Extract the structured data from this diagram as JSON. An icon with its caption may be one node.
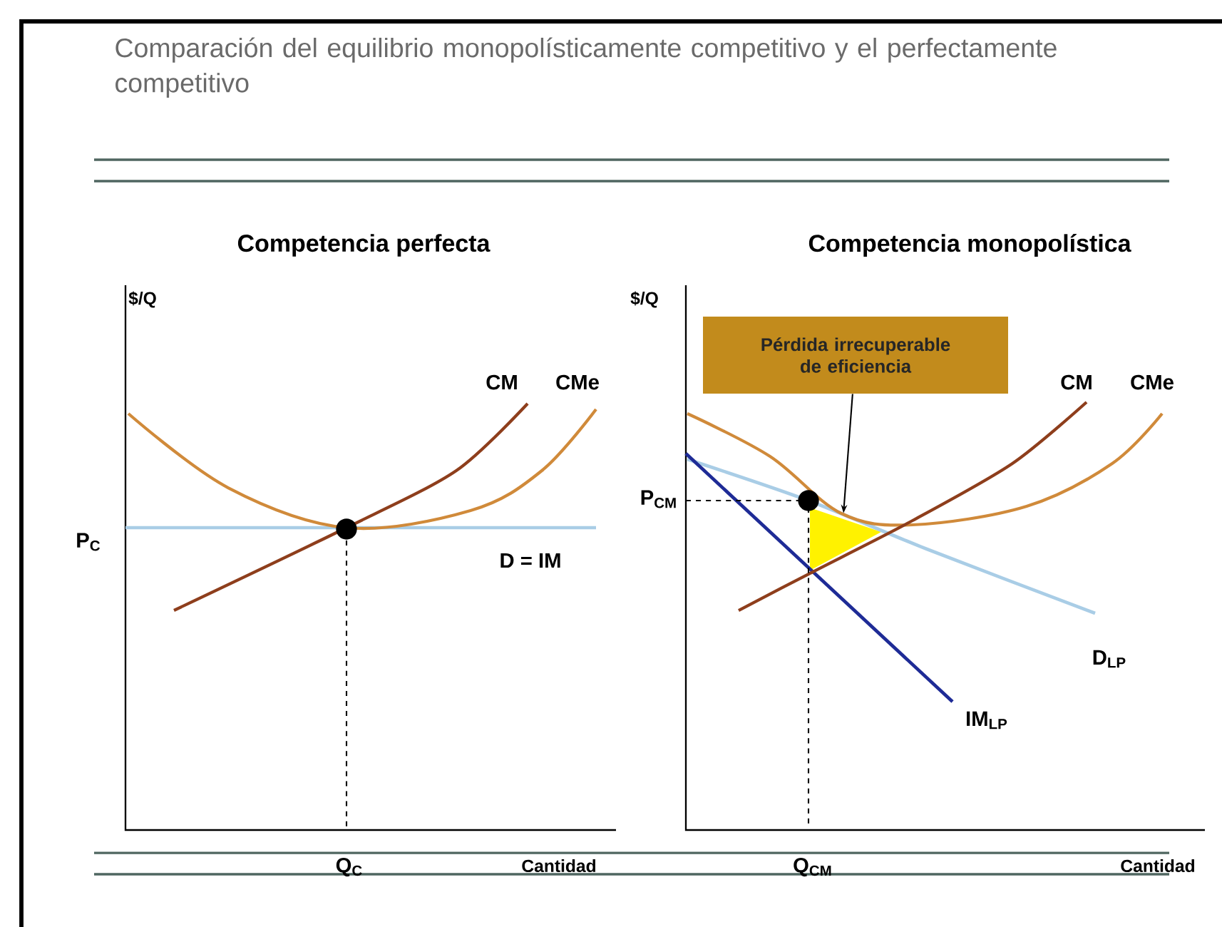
{
  "diagram": {
    "title": "Comparación del equilibrio monopolísticamente competitivo y el perfectamente competitivo",
    "nodes": [
      {
        "text": [
          "Pérdida irrecuperable de eficiencia"
        ]
      },
      {
        "text": [],
        "shape": "triangle"
      }
    ],
    "edges": [
      {
        "from": 0,
        "to": 1,
        "arrow": "to"
      }
    ],
    "labels": [
      "Competencia perfecta",
      "$/Q",
      "CM",
      "CMe",
      "P$_{C}$",
      "D = IM",
      "Q$_{C}$",
      "Cantidad",
      "Competencia monopolística",
      "$/Q",
      "CM",
      "CMe",
      "P$_{CM}$",
      "D$_{LP}$",
      "IM$_{LP}$",
      "Q$_{CM}$",
      "Cantidad"
    ]
  }
}
